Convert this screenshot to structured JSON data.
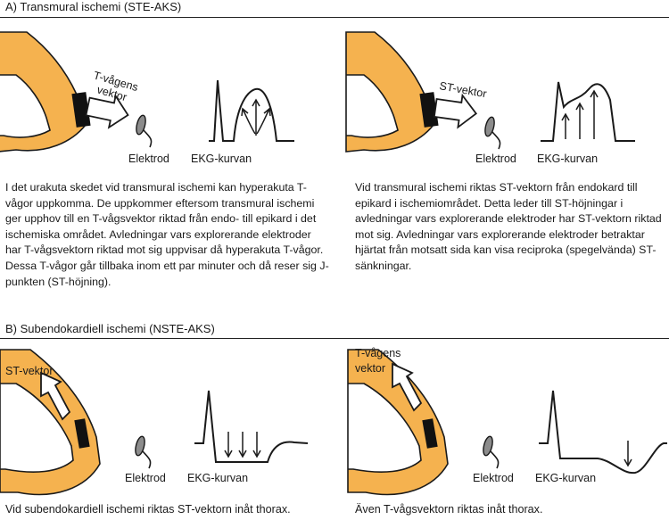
{
  "section_a": {
    "title": "A) Transmural ischemi (STE-AKS)",
    "left": {
      "vector_label_1": "T-vågens",
      "vector_label_2": "vektor",
      "electrode": "Elektrod",
      "ekg": "EKG-kurvan",
      "text": "I det urakuta skedet vid transmural ischemi kan hyperakuta T-vågor uppkomma. De uppkommer eftersom transmural ischemi ger upphov till en T-vågsvektor riktad från endo- till epikard i det ischemiska området. Avledningar vars explorerande elektroder har T-vågsvektorn riktad mot sig uppvisar då hyperakuta T-vågor. Dessa T-vågor går tillbaka inom ett par minuter och då reser sig J-punkten (ST-höjning)."
    },
    "right": {
      "vector_label": "ST-vektor",
      "electrode": "Elektrod",
      "ekg": "EKG-kurvan",
      "text": "Vid transmural ischemi riktas ST-vektorn från endokard till epikard i ischemiområdet. Detta leder till ST-höjningar i avledningar vars explorerande elektroder har ST-vektorn riktad mot sig. Avledningar vars explorerande elektroder betraktar hjärtat från motsatt sida kan visa reciproka (spegelvända) ST-sänkningar."
    }
  },
  "section_b": {
    "title": "B) Subendokardiell ischemi (NSTE-AKS)",
    "left": {
      "vector_label": "ST-vektor",
      "electrode": "Elektrod",
      "ekg": "EKG-kurvan",
      "caption": "Vid subendokardiell ischemi riktas ST-vektorn inåt thorax."
    },
    "right": {
      "vector_label_1": "T-vågens",
      "vector_label_2": "vektor",
      "electrode": "Elektrod",
      "ekg": "EKG-kurvan",
      "caption": "Även T-vågsvektorn riktas inåt thorax."
    }
  },
  "colors": {
    "heart_muscle": "#f5b24f",
    "ischemic_region": "#111111",
    "electrode": "#8c8c8c"
  }
}
